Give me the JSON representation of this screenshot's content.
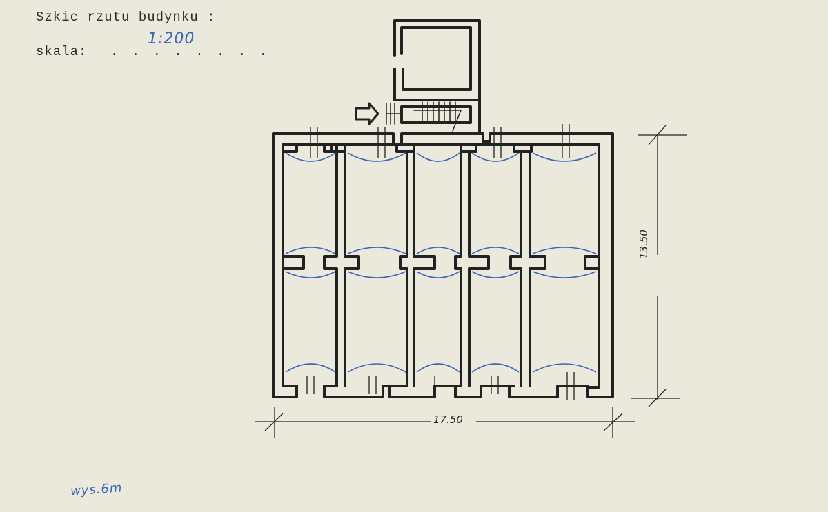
{
  "header": {
    "plan_label": "Szkic rzutu budynku :",
    "scale_label": "skala:",
    "scale_dots": ". . . . . . . .",
    "scale_value": "1:200"
  },
  "drawing": {
    "width_dimension": "17.50",
    "height_dimension": "13.50"
  },
  "note": {
    "height": "wys.6m"
  },
  "colors": {
    "paper": "#ebe8dc",
    "ink": "#222222",
    "blue_ink": "#3a64b8"
  }
}
